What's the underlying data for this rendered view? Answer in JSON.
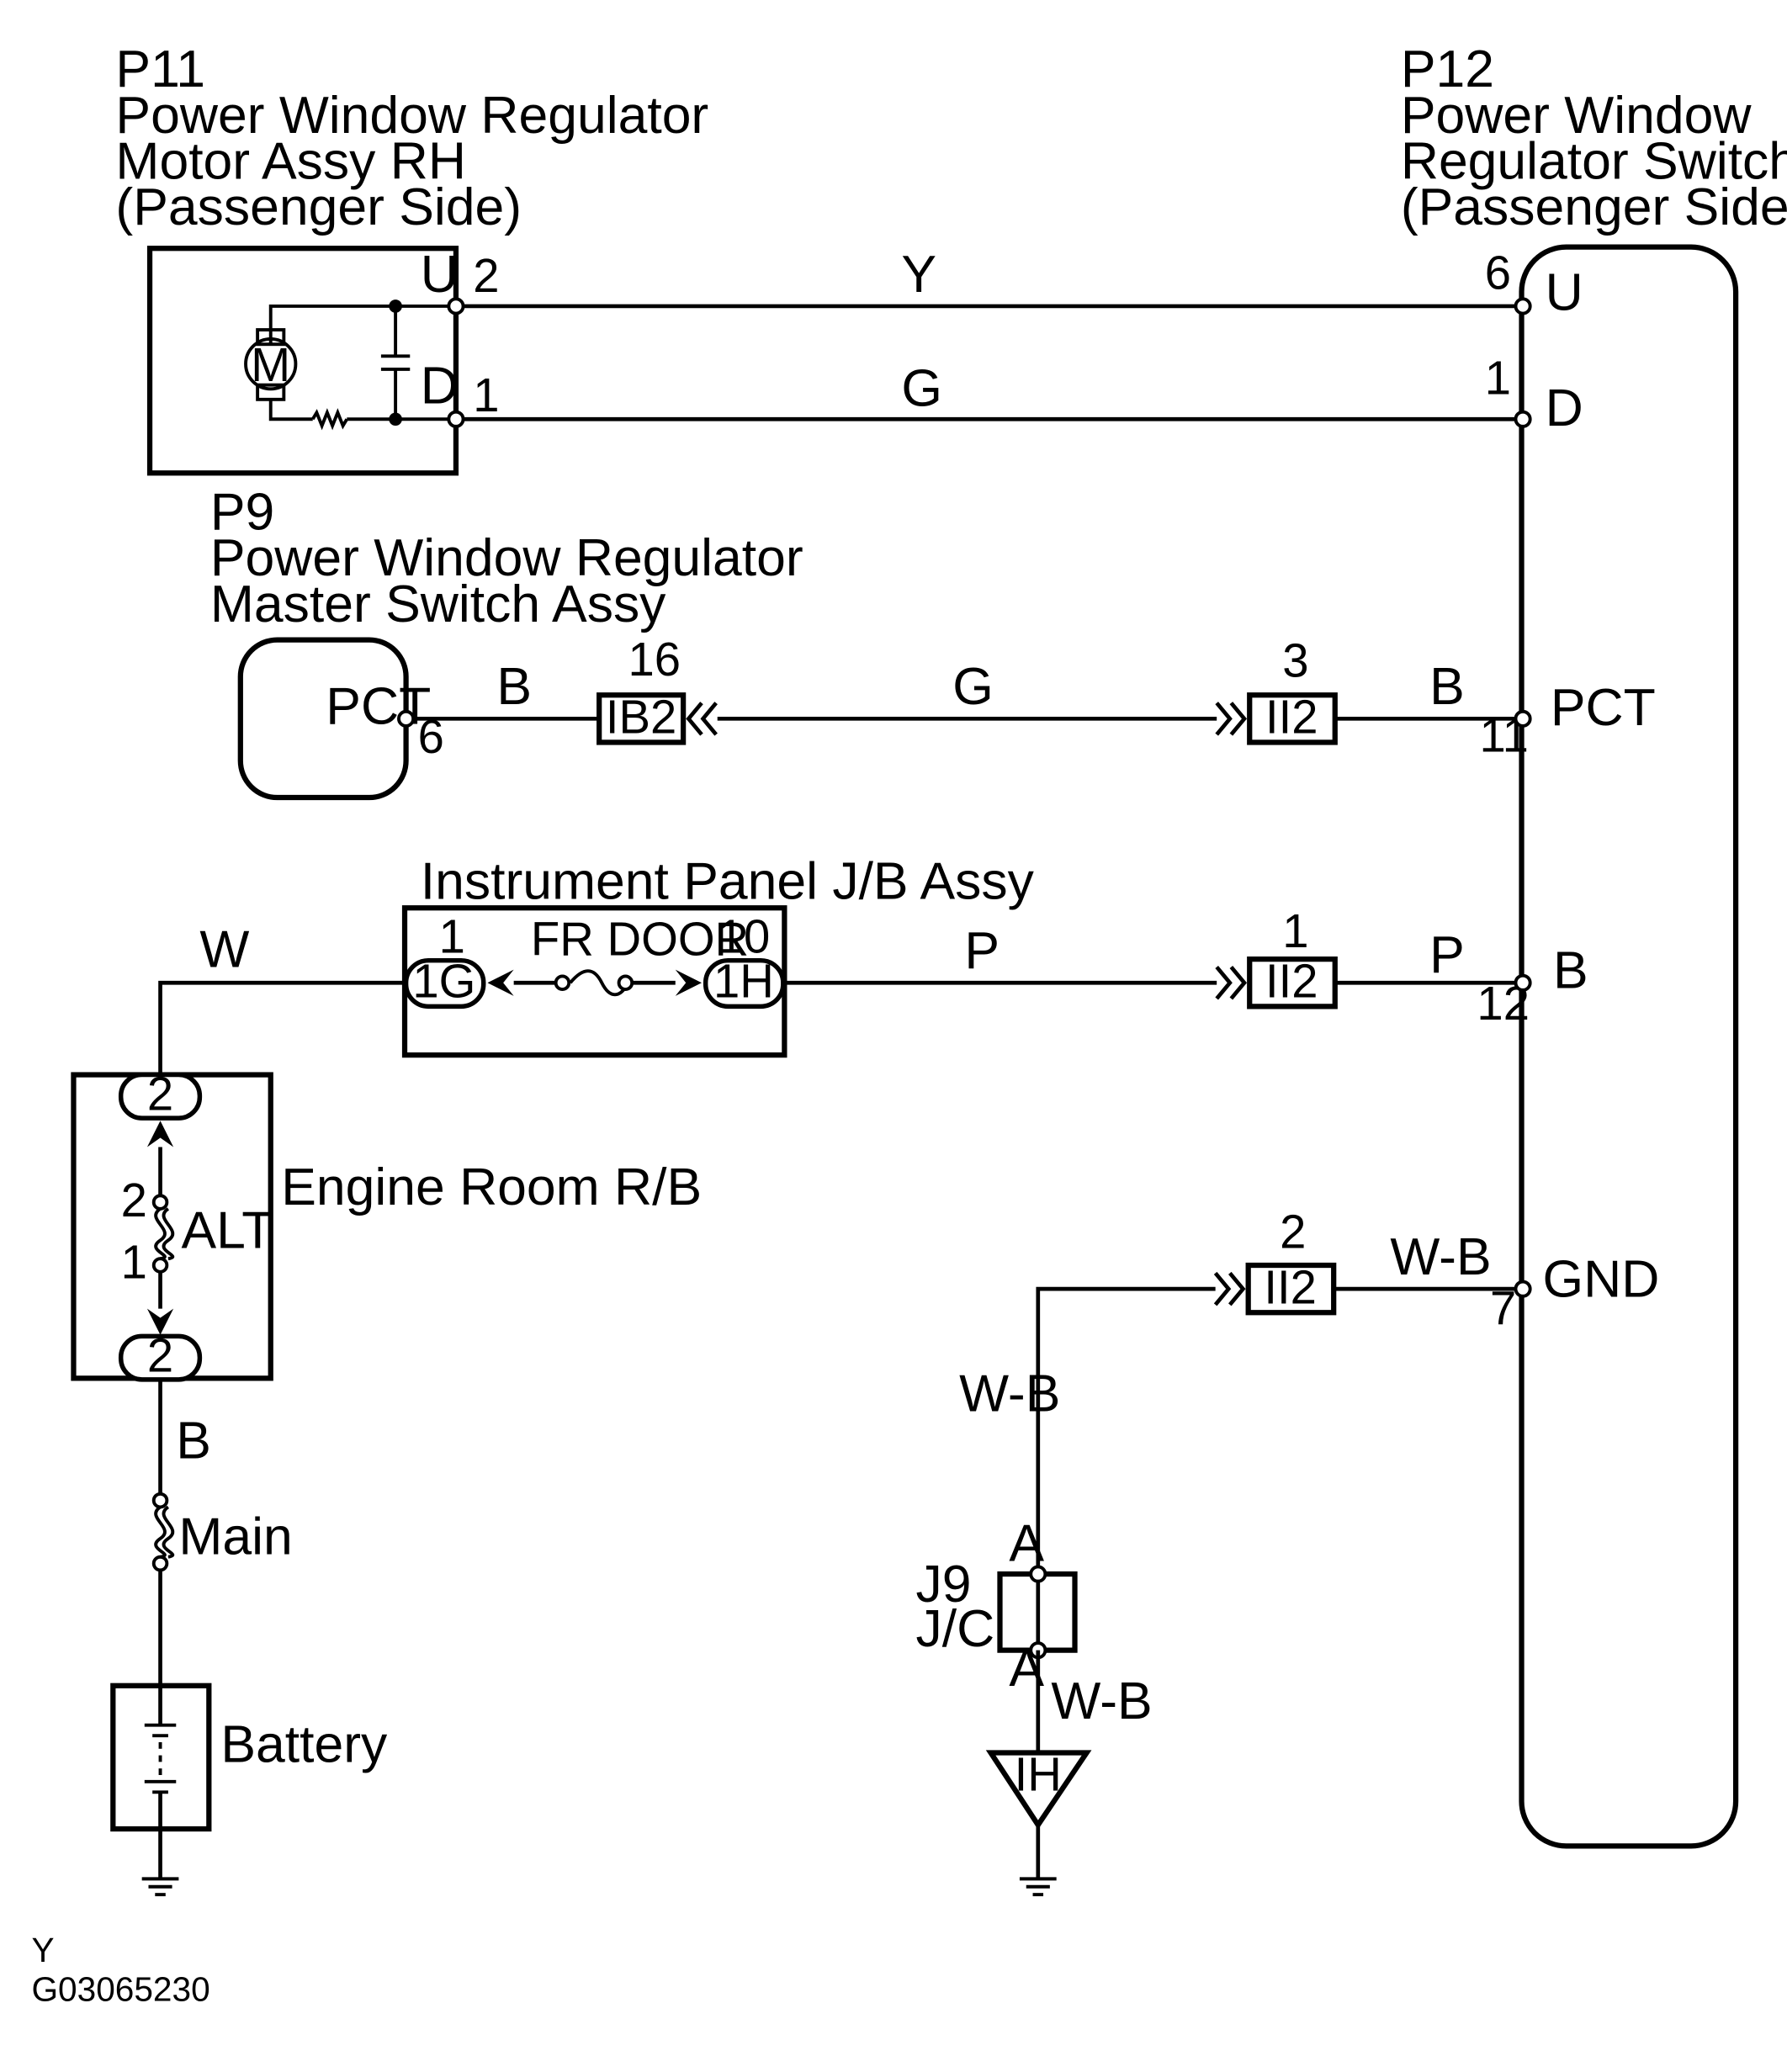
{
  "components": {
    "p11": {
      "code": "P11",
      "line1": "Power Window Regulator",
      "line2": "Motor Assy RH",
      "line3": "(Passenger Side)",
      "motor_symbol": "M"
    },
    "p12": {
      "code": "P12",
      "line1": "Power Window",
      "line2": "Regulator Switch Assy",
      "line3": "(Passenger Side)"
    },
    "p9": {
      "code": "P9",
      "line1": "Power Window Regulator",
      "line2": "Master Switch Assy"
    },
    "jb": {
      "title": "Instrument Panel J/B Assy",
      "fuse": "FR DOOR"
    },
    "rb": {
      "title": "Engine Room R/B",
      "fuse": "ALT"
    },
    "main_fuse": "Main",
    "battery": "Battery",
    "jc": {
      "code": "J9",
      "name": "J/C"
    },
    "ground_point": "IH"
  },
  "terminals": {
    "p11_u_name": "U",
    "p11_u_pin": "2",
    "p11_d_name": "D",
    "p11_d_pin": "1",
    "p12_u_name": "U",
    "p12_u_pin": "6",
    "p12_d_name": "D",
    "p12_d_pin": "1",
    "p12_pct_name": "PCT",
    "p12_pct_pin": "11",
    "p12_b_name": "B",
    "p12_b_pin": "12",
    "p12_gnd_name": "GND",
    "p12_gnd_pin": "7",
    "p9_pct_name": "PCT",
    "p9_pct_pin": "6",
    "jb_in_pin": "1",
    "jb_out_pin": "10",
    "rb_top_pin": "2",
    "rb_bot_pin": "2",
    "alt_pin_top": "2",
    "alt_pin_bot": "1",
    "jc_top": "A",
    "jc_bot": "A"
  },
  "connectors": {
    "ib2": {
      "name": "IB2",
      "pin": "16"
    },
    "ii2_pct": {
      "name": "II2",
      "pin": "3"
    },
    "ii2_b": {
      "name": "II2",
      "pin": "1"
    },
    "ii2_gnd": {
      "name": "II2",
      "pin": "2"
    },
    "jb_1g": "1G",
    "jb_1h": "1H",
    "rb_top": "2",
    "rb_bot": "2"
  },
  "wires": {
    "u_line": "Y",
    "d_line": "G",
    "pct_left": "B",
    "pct_mid": "G",
    "pct_right": "B",
    "b_left": "W",
    "b_mid": "P",
    "b_right": "P",
    "rb_to_main": "B",
    "gnd_right": "W-B",
    "gnd_vertical": "W-B",
    "gnd_bottom": "W-B"
  },
  "footer": {
    "line1": "Y",
    "line2": "G03065230"
  }
}
